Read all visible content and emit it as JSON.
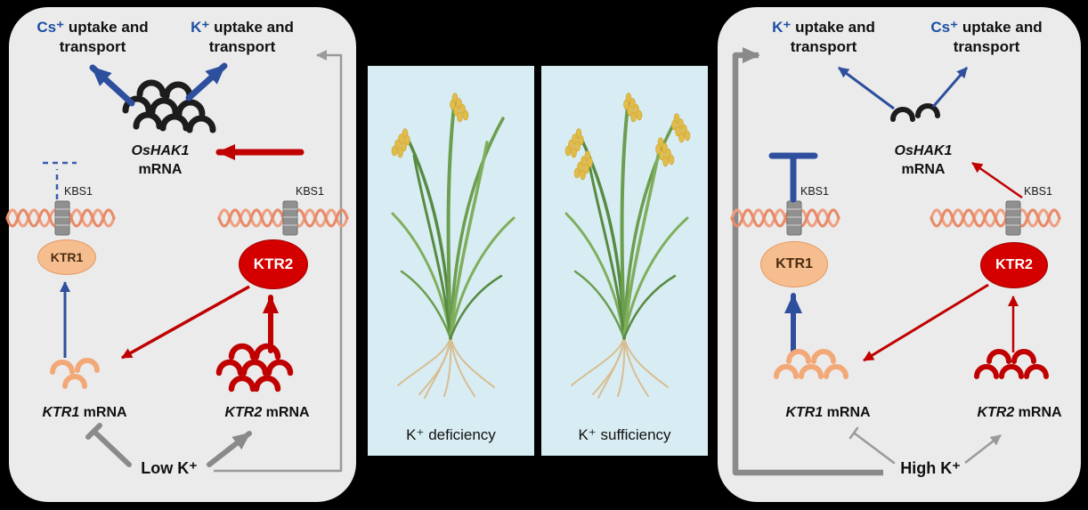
{
  "colors": {
    "background": "#000000",
    "panel": "#ebebeb",
    "water_panel": "#d8edf3",
    "accent_blue": "#2d4f9e",
    "ion_blue": "#1c4fa3",
    "accent_red": "#c00000",
    "accent_gray": "#8a8a8a",
    "dna": "#ef9f80",
    "ktr1_fill": "#f6bd8f",
    "ktr2_fill": "#d40000"
  },
  "icons": {
    "mrna": "crescent-stack-icon",
    "dna": "dna-helix-icon",
    "binding_site": "kbs1-box-icon",
    "plant": "rice-plant-icon"
  },
  "left_panel": {
    "cs_uptake": {
      "ion": "Cs⁺",
      "rest": " uptake and transport"
    },
    "k_uptake": {
      "ion": "K⁺",
      "rest": " uptake and transport"
    },
    "oshak1": {
      "gene": "OsHAK1",
      "suffix": "mRNA"
    },
    "kbs1_site1": "KBS1",
    "kbs1_site2": "KBS1",
    "ktr1_label": "KTR1",
    "ktr2_label": "KTR2",
    "ktr1_mrna": {
      "gene": "KTR1",
      "suffix": " mRNA"
    },
    "ktr2_mrna": {
      "gene": "KTR2",
      "suffix": " mRNA"
    },
    "condition": "Low K⁺",
    "mrna_abundance": {
      "oshak1": 8,
      "ktr1": 3,
      "ktr2": 7
    }
  },
  "middle_panels": [
    {
      "caption": "K⁺ deficiency"
    },
    {
      "caption": "K⁺ sufficiency"
    }
  ],
  "right_panel": {
    "k_uptake": {
      "ion": "K⁺",
      "rest": " uptake and transport"
    },
    "cs_uptake": {
      "ion": "Cs⁺",
      "rest": " uptake and transport"
    },
    "oshak1": {
      "gene": "OsHAK1",
      "suffix": "mRNA"
    },
    "kbs1_site1": "KBS1",
    "kbs1_site2": "KBS1",
    "ktr1_label": "KTR1",
    "ktr2_label": "KTR2",
    "ktr1_mrna": {
      "gene": "KTR1",
      "suffix": " mRNA"
    },
    "ktr2_mrna": {
      "gene": "KTR2",
      "suffix": " mRNA"
    },
    "condition": "High K⁺",
    "mrna_abundance": {
      "oshak1": 2,
      "ktr1": 5,
      "ktr2": 5
    }
  }
}
